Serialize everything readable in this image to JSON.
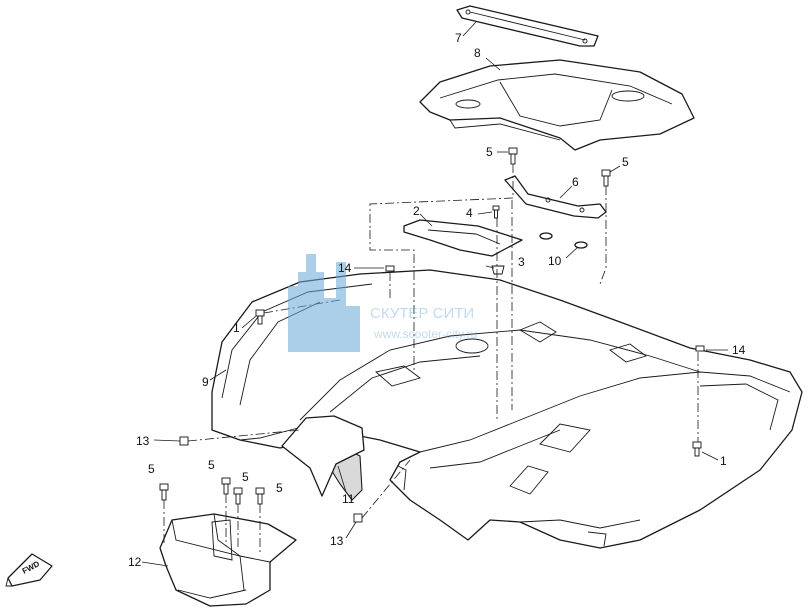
{
  "diagram": {
    "callouts": {
      "c1a": "1",
      "c1b": "1",
      "c2": "2",
      "c3": "3",
      "c4": "4",
      "c5a": "5",
      "c5b": "5",
      "c5c": "5",
      "c5d": "5",
      "c5e": "5",
      "c5f": "5",
      "c6": "6",
      "c7": "7",
      "c8": "8",
      "c9": "9",
      "c10": "10",
      "c11": "11",
      "c12": "12",
      "c13a": "13",
      "c13b": "13",
      "c14a": "14",
      "c14b": "14"
    },
    "watermark": {
      "name": "СКУТЕР СИТИ",
      "url": "www.scooter-city.ru"
    },
    "fwd_label": "FWD",
    "colors": {
      "line": "#1a1a1a",
      "watermark": "#6aa8d8",
      "background": "#ffffff"
    }
  }
}
